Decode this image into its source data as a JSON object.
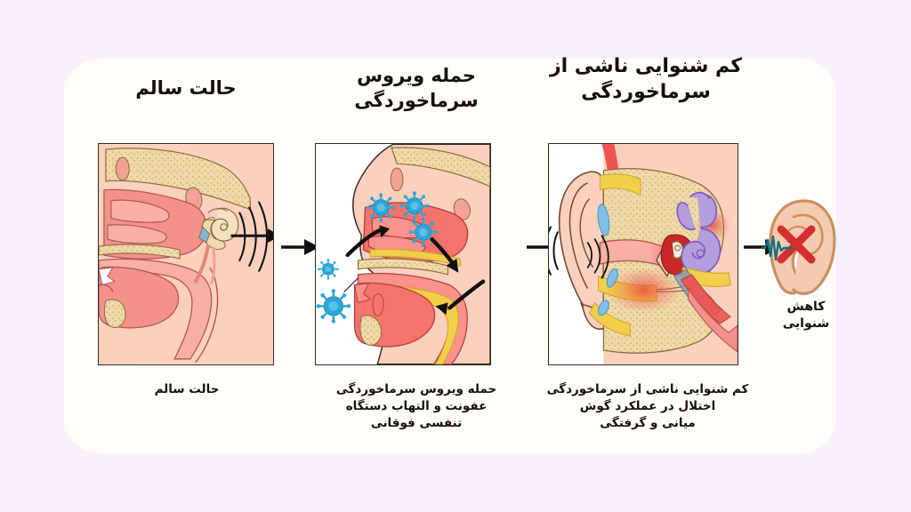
{
  "page": {
    "title": "کم شنوایی ناشی از سرماخوردگی",
    "direction": "rtl",
    "background_color": "#f7f1fe",
    "card_color": "#fffdf7"
  },
  "colors": {
    "skin": "#fbd0bd",
    "skin_light": "#fde0d2",
    "mucosa": "#f4918c",
    "mucosa_light": "#f8b0a6",
    "bone": "#efd9a8",
    "bone_speckle": "#c9a96a",
    "mucus_yellow": "#f2cf4a",
    "virus_blue": "#2ea7d8",
    "cochlea_purple": "#b39ddb",
    "inflammation_red": "#e53935",
    "vein_blue": "#5fa8d3",
    "outline": "#3a2c22",
    "arrow_black": "#111111",
    "x_red": "#d32f2f",
    "wave_teal": "#12707e",
    "text": "#15100f",
    "panel_border": "#2c2c2c"
  },
  "headings": [
    {
      "id": "heading-1",
      "text": "حالت سالم"
    },
    {
      "id": "heading-2",
      "text": "حمله ویروس\nسرماخوردگی"
    },
    {
      "id": "heading-3",
      "text": "کم شنوایی ناشی از\nسرماخوردگی"
    }
  ],
  "heading_1": "حالت سالم",
  "heading_2_line_1": "حمله ویروس",
  "heading_2_line_2": "سرماخوردگی",
  "heading_3_line_1": "کم شنوایی ناشی از",
  "heading_3_line_2": "سرماخوردگی",
  "captions": {
    "panel_1": "حالت سالم",
    "panel_2_line_1": "حمله ویروس سرماخوردگی",
    "panel_2_line_2": "عفونت و التهاب دستگاه",
    "panel_2_line_3": "تنفسی فوقانی",
    "panel_3_line_1": "کم شنوایی ناشی از سرماخوردگی",
    "panel_3_line_2": "اختلال در عملکرد گوش",
    "panel_3_line_3": "میانی و گرفتگی"
  },
  "ear_result": {
    "caption_line_1": "کاهش",
    "caption_line_2": "شنوایی",
    "icon": "ear-icon",
    "overlay_icon": "red-x-icon",
    "wave_icon": "sound-wave-icon"
  },
  "panels": [
    {
      "id": "panel-1",
      "name": "healthy-head-cross-section",
      "illustration": "sagittal head section: nasal cavity, sinuses, palate, tongue, pharynx, inner ear with cochlea and outgoing sound waves",
      "elements": [
        "nasal-cavity",
        "sinus-cavity",
        "turbinates",
        "palate",
        "tongue",
        "pharynx",
        "cochlea",
        "sound-waves"
      ]
    },
    {
      "id": "panel-2",
      "name": "cold-virus-attack-head-section",
      "illustration": "same head section inflamed with cold virus particles, yellow mucus along airway and black motion arrows",
      "elements": [
        "virus-particle",
        "inflamed-mucosa",
        "yellow-mucus",
        "motion-arrow"
      ],
      "virus_count_visible": 5,
      "arrow_count": 3
    },
    {
      "id": "panel-3",
      "name": "ear-anatomy-cross-section",
      "illustration": "outer ear, ear canal, eardrum, middle ear with fluid, purple cochlea and eustachian tube with red inflammation glow",
      "elements": [
        "pinna",
        "ear-canal",
        "eardrum",
        "ossicles",
        "cochlea",
        "eustachian-tube",
        "inflammation-glow",
        "incoming-sound-waves"
      ]
    }
  ],
  "connectors": [
    {
      "id": "arrow-1",
      "name": "flow-arrow-1",
      "direction": "right"
    },
    {
      "id": "arrow-2",
      "name": "flow-arrow-2",
      "direction": "right"
    },
    {
      "id": "arrow-3",
      "name": "flow-arrow-3",
      "direction": "right"
    }
  ]
}
